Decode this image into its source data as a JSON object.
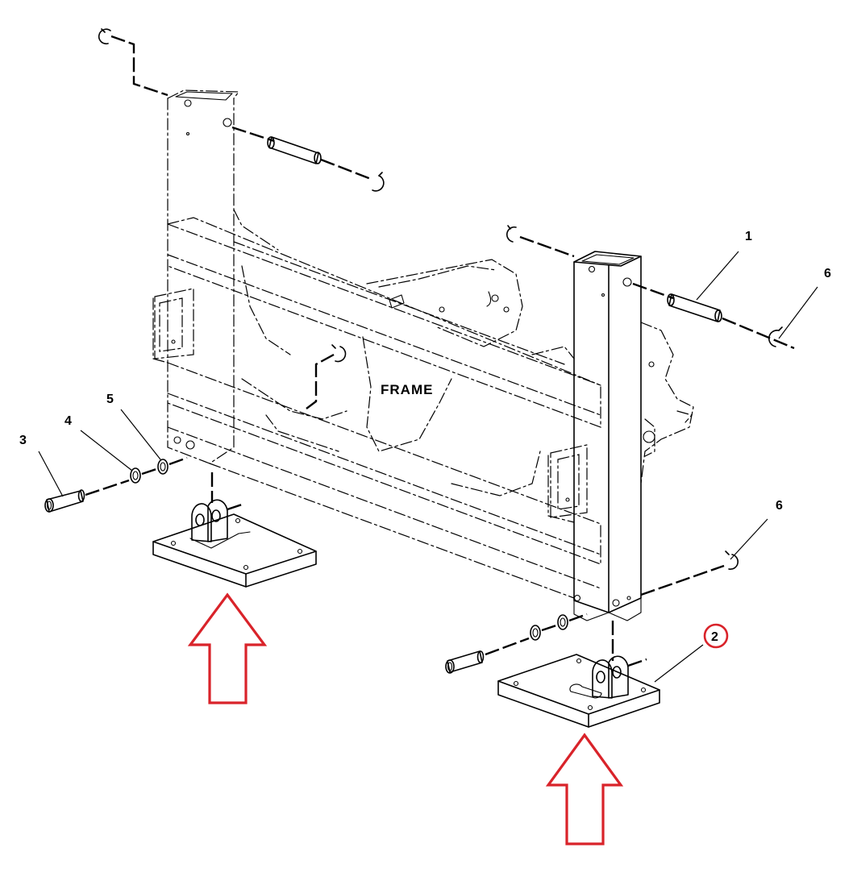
{
  "diagram": {
    "frame_label": "FRAME",
    "callouts": [
      {
        "id": "c1",
        "text": "1"
      },
      {
        "id": "c2",
        "text": "2"
      },
      {
        "id": "c3",
        "text": "3"
      },
      {
        "id": "c4",
        "text": "4"
      },
      {
        "id": "c5",
        "text": "5"
      },
      {
        "id": "c6a",
        "text": "6"
      },
      {
        "id": "c6b",
        "text": "6"
      }
    ],
    "highlight_color": "#d9232a",
    "line_color": "#000000"
  }
}
